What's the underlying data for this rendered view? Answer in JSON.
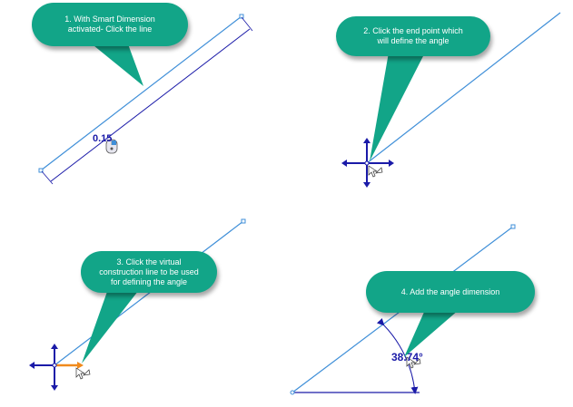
{
  "steps": [
    {
      "number": 1,
      "text": "1. With Smart Dimension\nactivated- Click the line"
    },
    {
      "number": 2,
      "text": "2. Click the end point which\nwill define the angle"
    },
    {
      "number": 3,
      "text": "3. Click the virtual\nconstruction line to be used\nfor defining the angle"
    },
    {
      "number": 4,
      "text": "4. Add the angle dimension"
    }
  ],
  "dimensions": {
    "linear_value": "0.15",
    "angle_value": "38.74°"
  },
  "icons": [
    "mouse-icon",
    "smart-dimension-cursor-icon",
    "crosshair-icon",
    "arrow-cursor-icon",
    "endpoint-marker-icon"
  ],
  "colors": {
    "bubble": "#12a588",
    "sketch_line": "#3f8fd8",
    "dimension": "#1a1aa8",
    "construction_line": "#f08a1c"
  }
}
